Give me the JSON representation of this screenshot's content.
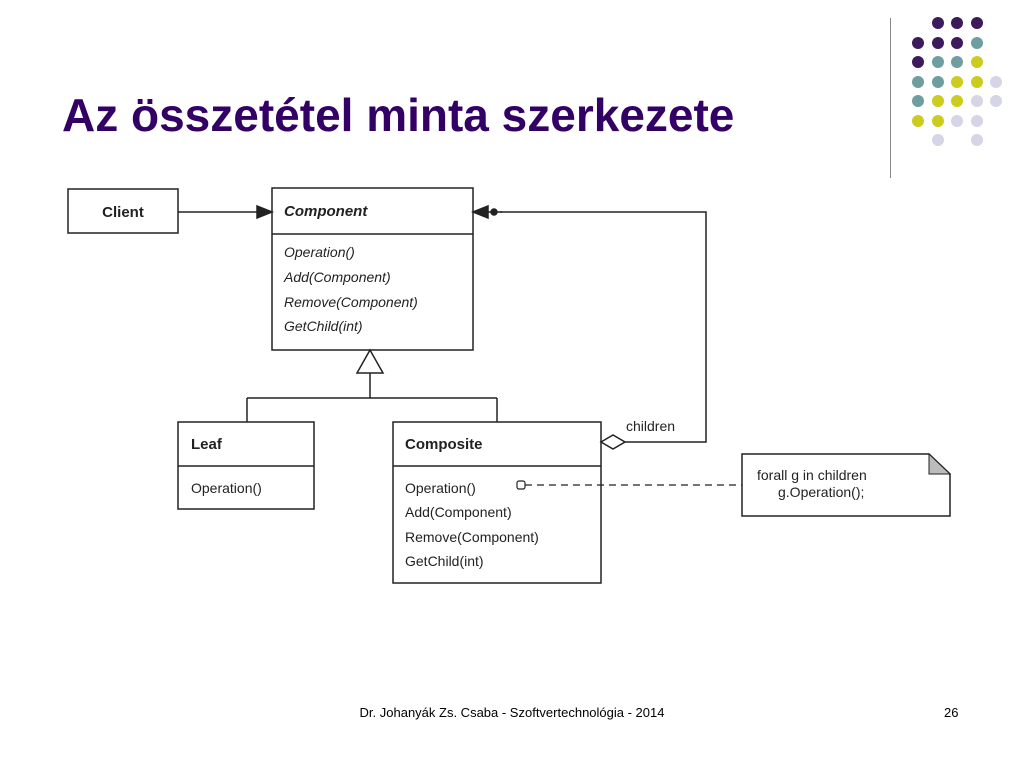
{
  "slide": {
    "title": "Az összetétel minta szerkezete",
    "footer": "Dr. Johanyák Zs. Csaba - Szoftvertechnológia - 2014",
    "page_number": "26"
  },
  "colors": {
    "title": "#330066",
    "dot_purple": "#3d1a5c",
    "dot_teal": "#6e9ea0",
    "dot_yellow": "#cccc1f",
    "dot_lavender": "#d5d5e5"
  },
  "diagram": {
    "client": {
      "name": "Client"
    },
    "component": {
      "name": "Component",
      "operations": [
        "Operation()",
        "Add(Component)",
        "Remove(Component)",
        "GetChild(int)"
      ]
    },
    "leaf": {
      "name": "Leaf",
      "operations": [
        "Operation()"
      ]
    },
    "composite": {
      "name": "Composite",
      "operations": [
        "Operation()",
        "Add(Component)",
        "Remove(Component)",
        "GetChild(int)"
      ]
    },
    "children_label": "children",
    "note": {
      "lines": [
        "forall g in children",
        "g.Operation();"
      ]
    }
  }
}
